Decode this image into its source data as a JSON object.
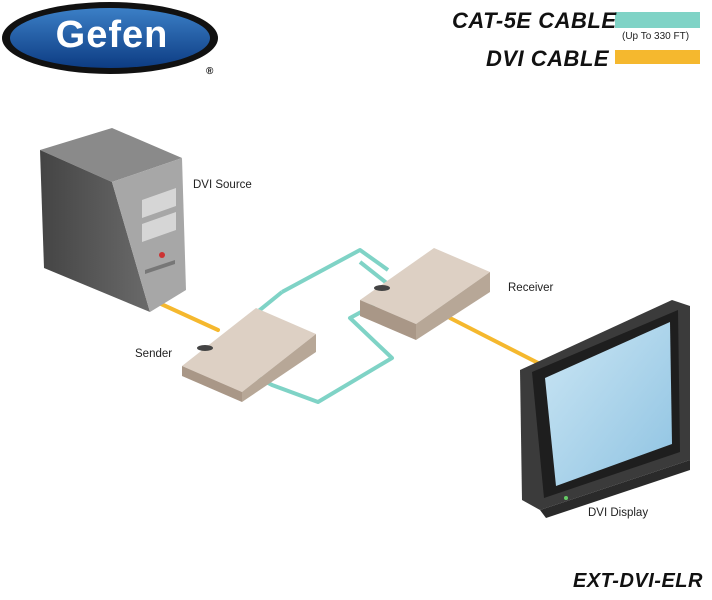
{
  "brand": {
    "logo_text": "Gefen",
    "registered": "®"
  },
  "legend": {
    "cat5": {
      "label": "CAT-5E CABLE",
      "note": "(Up To 330 FT)",
      "color": "#7fd3c6"
    },
    "dvi": {
      "label": "DVI CABLE",
      "color": "#f5b82e"
    }
  },
  "devices": {
    "source": "DVI Source",
    "sender": "Sender",
    "receiver": "Receiver",
    "display": "DVI Display"
  },
  "model": "EXT-DVI-ELR",
  "colors": {
    "box": "#c9b9ab",
    "tower": "#555555",
    "screen": "#a9d3ea"
  }
}
